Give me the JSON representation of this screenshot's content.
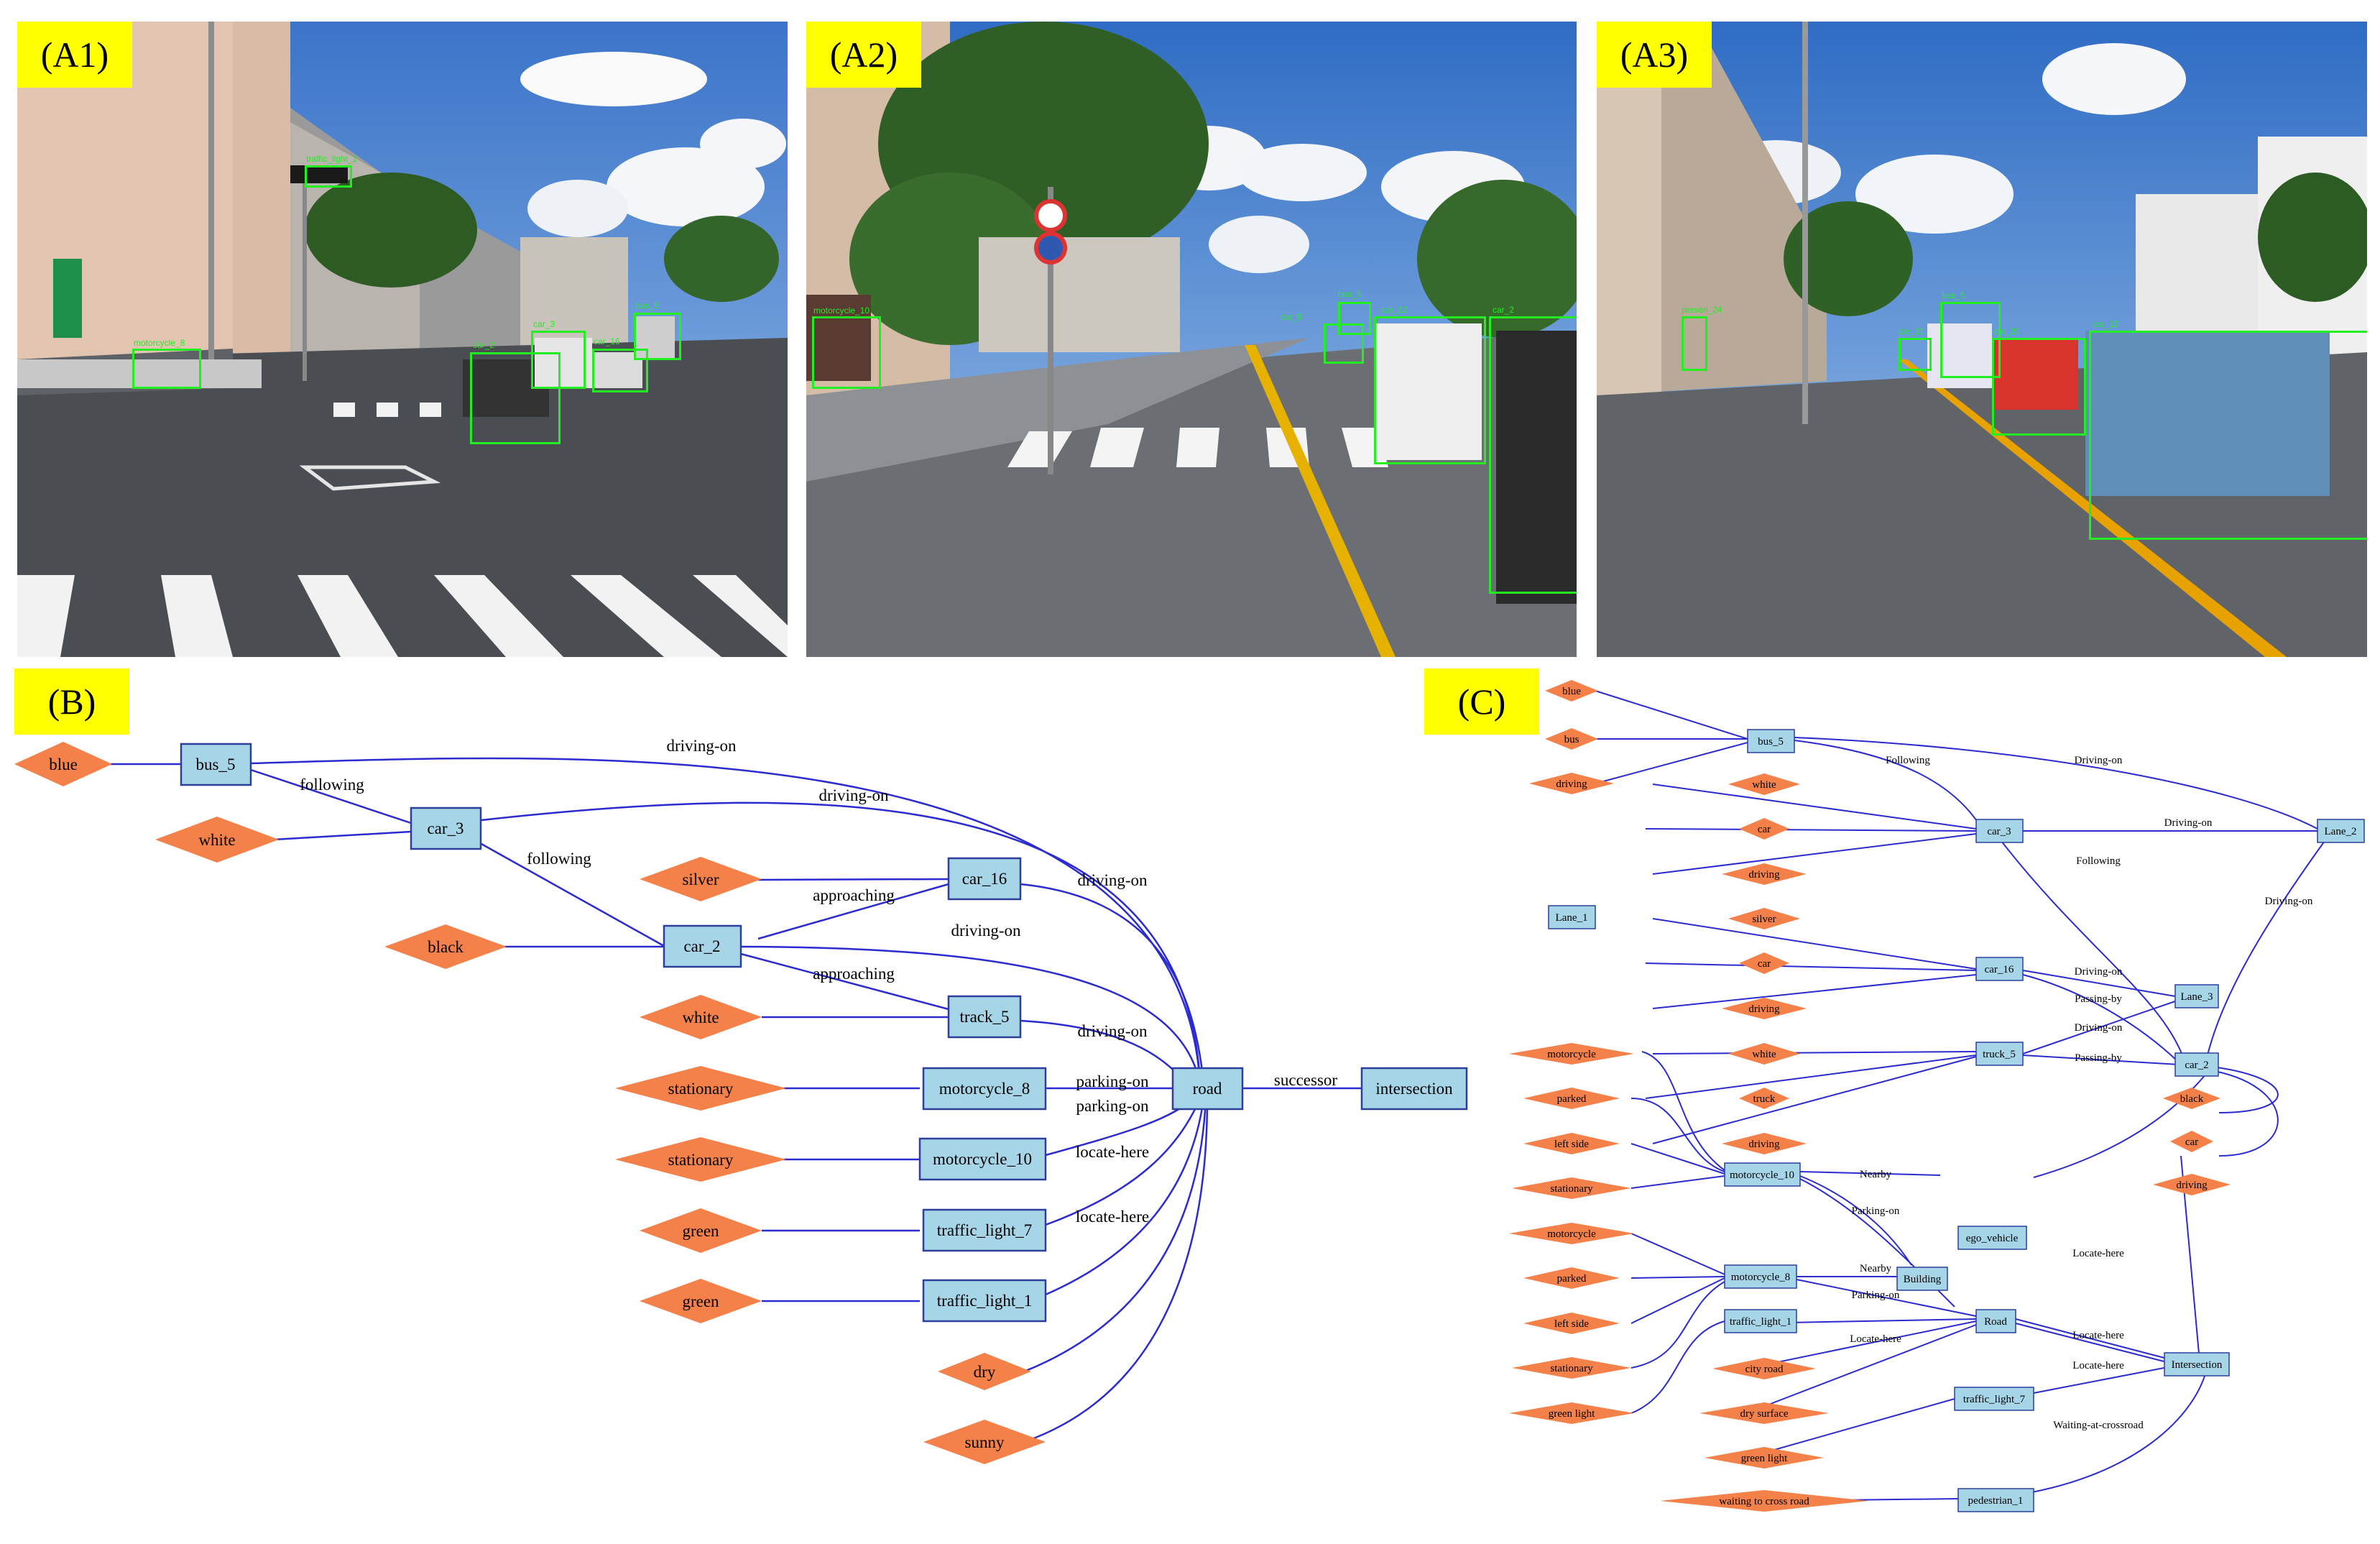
{
  "panels": {
    "a1": {
      "label": "(A1)"
    },
    "a2": {
      "label": "(A2)"
    },
    "a3": {
      "label": "(A3)"
    },
    "b": {
      "label": "(B)"
    },
    "c": {
      "label": "(C)"
    }
  },
  "detections": {
    "a1": [
      "traffic_light_1",
      "motorcycle_8",
      "car_2",
      "car_3",
      "car_16",
      "bus_5"
    ],
    "a2": [
      "motorcycle_10",
      "car_5",
      "car_12",
      "car_2",
      "bus_5"
    ],
    "a3": [
      "person_24",
      "car_21",
      "bus_5",
      "car_20",
      "car_12"
    ]
  },
  "graph_b": {
    "nodes": {
      "blue": "blue",
      "bus_5": "bus_5",
      "white1": "white",
      "car_3": "car_3",
      "silver": "silver",
      "car_16": "car_16",
      "black": "black",
      "car_2": "car_2",
      "white2": "white",
      "track_5": "track_5",
      "stationary1": "stationary",
      "motorcycle_8": "motorcycle_8",
      "stationary2": "stationary",
      "motorcycle_10": "motorcycle_10",
      "green1": "green",
      "traffic_light_7": "traffic_light_7",
      "green2": "green",
      "traffic_light_1": "traffic_light_1",
      "dry": "dry",
      "sunny": "sunny",
      "road": "road",
      "intersection": "intersection"
    },
    "edges": {
      "following1": "following",
      "following2": "following",
      "driving_on": "driving-on",
      "approaching": "approaching",
      "parking_on": "parking-on",
      "locate_here": "locate-here",
      "successor": "successor"
    }
  },
  "graph_c": {
    "nodes": {
      "blue": "blue",
      "bus": "bus",
      "driving": "driving",
      "bus_5": "bus_5",
      "white": "white",
      "car": "car",
      "car_3": "car_3",
      "lane_2": "Lane_2",
      "lane_1": "Lane_1",
      "silver": "silver",
      "car_16": "car_16",
      "lane_3": "Lane_3",
      "truck_5": "truck_5",
      "truck": "truck",
      "car_2": "car_2",
      "black": "black",
      "motorcycle": "motorcycle",
      "parked": "parked",
      "left_side": "left side",
      "stationary": "stationary",
      "motorcycle_10": "motorcycle_10",
      "ego_vehicle": "ego_vehicle",
      "building": "Building",
      "motorcycle_8": "motorcycle_8",
      "traffic_light_1": "traffic_light_1",
      "city_road": "city road",
      "road": "Road",
      "intersection": "Intersection",
      "green_light": "green light",
      "dry_surface": "dry surface",
      "traffic_light_7": "traffic_light_7",
      "waiting_cross": "waiting to cross road",
      "pedestrian_1": "pedestrian_1"
    },
    "edges": {
      "following": "Following",
      "driving_on": "Driving-on",
      "passing_by": "Passing-by",
      "nearby": "Nearby",
      "parking_on": "Parking-on",
      "locate_here": "Locate-here",
      "waiting_at_crossroad": "Waiting-at-crossroad"
    }
  },
  "colors": {
    "attr_node": "#f4804a",
    "entity_node": "#a6d5e8",
    "entity_border": "#2c3f9a",
    "edge": "#2b2bd0",
    "label_bg": "#ffff00",
    "det_box": "#22ee22"
  }
}
